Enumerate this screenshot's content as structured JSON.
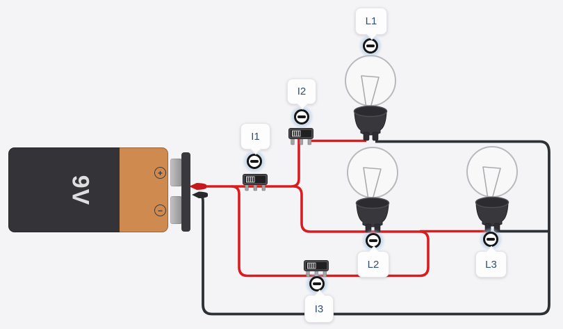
{
  "scene": {
    "background_color": "#f4f4f6"
  },
  "battery": {
    "voltage_label": "9V",
    "positive_symbol": "+",
    "negative_symbol": "−",
    "body_color": "#343438",
    "stripe_color": "#ce8a4f"
  },
  "bulbs": [
    {
      "id": "L1",
      "label": "L1"
    },
    {
      "id": "L2",
      "label": "L2"
    },
    {
      "id": "L3",
      "label": "L3"
    }
  ],
  "ammeters": [
    {
      "id": "I1",
      "label": "I1"
    },
    {
      "id": "I2",
      "label": "I2"
    },
    {
      "id": "I3",
      "label": "I3"
    }
  ],
  "icons": [
    {
      "name": "minus-indicator-icon",
      "glyph": "−"
    }
  ],
  "colors": {
    "wire_positive": "#da1b1f",
    "wire_negative": "#2d3034",
    "label_text": "#2f4e74",
    "label_background": "#fdfdfe"
  }
}
